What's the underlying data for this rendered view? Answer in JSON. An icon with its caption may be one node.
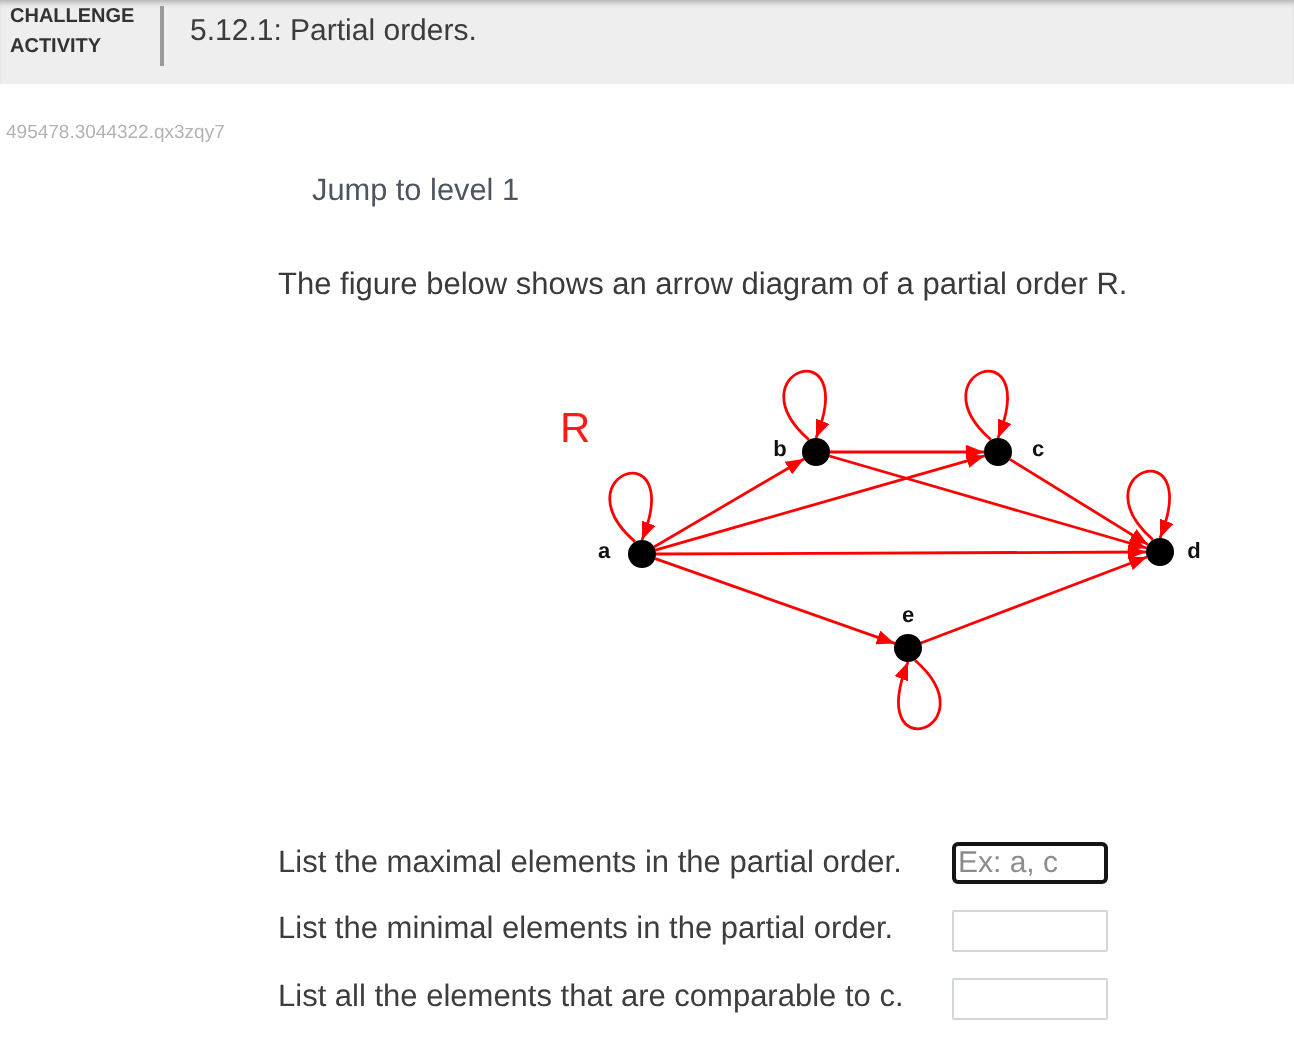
{
  "diagram": {
    "title": "5.12.1: Partial orders.",
    "nodes": [
      {
        "text": [],
        "shape": "circle",
        "beside": [
          "b"
        ]
      },
      {
        "text": [],
        "shape": "circle",
        "beside": [
          "c"
        ]
      },
      {
        "text": [],
        "shape": "circle",
        "beside": [
          "a"
        ]
      },
      {
        "text": [],
        "shape": "circle",
        "beside": [
          "d"
        ]
      },
      {
        "text": [],
        "shape": "circle",
        "beside": [
          "e"
        ]
      }
    ],
    "edges": [
      {
        "from": 0,
        "to": 0,
        "arrow": "to"
      },
      {
        "from": 1,
        "to": 1,
        "arrow": "to"
      },
      {
        "from": 0,
        "to": 1,
        "arrow": "to"
      },
      {
        "from": 2,
        "to": 2,
        "arrow": "to"
      },
      {
        "from": 2,
        "to": 0,
        "arrow": "to"
      },
      {
        "from": 2,
        "to": 1,
        "arrow": "to"
      },
      {
        "from": 0,
        "to": 3,
        "arrow": "to"
      },
      {
        "from": 1,
        "to": 3,
        "arrow": "to"
      },
      {
        "from": 3,
        "to": 3,
        "arrow": "to"
      },
      {
        "from": 2,
        "to": 3,
        "arrow": "to"
      },
      {
        "from": 2,
        "to": 4,
        "arrow": "to"
      },
      {
        "from": 4,
        "to": 3,
        "arrow": "to"
      },
      {
        "from": 4,
        "to": 4,
        "arrow": "to"
      }
    ],
    "labels": [
      "CHALLENGE ACTIVITY",
      "495478.3044322.qx3zqy7",
      "Jump to level 1",
      "The figure below shows an arrow diagram of a partial order R.",
      "R",
      "List the maximal elements in the partial order.",
      "Ex: a, c",
      "List the minimal elements in the partial order.",
      "List all the elements that are comparable to c."
    ]
  }
}
